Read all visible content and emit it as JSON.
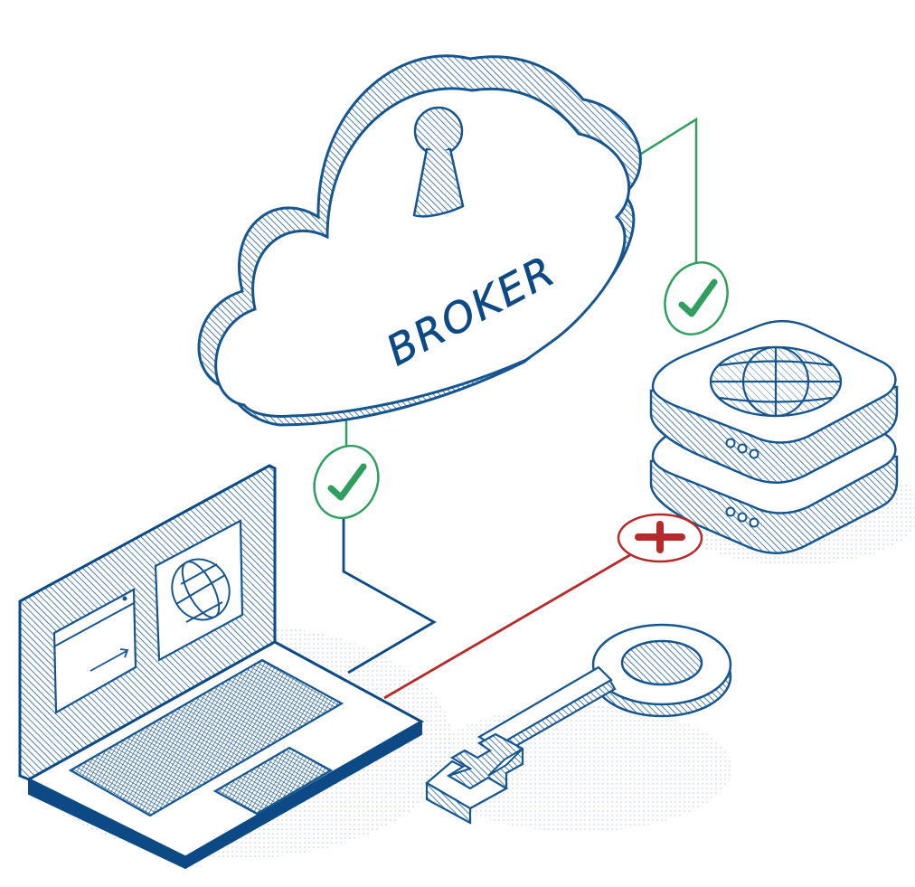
{
  "cloud": {
    "label": "BROKER",
    "icon": "keyhole-icon"
  },
  "nodes": {
    "laptop": {
      "icon": "laptop-icon",
      "screen_icons": [
        "browser-window-icon",
        "globe-icon"
      ]
    },
    "server": {
      "icon": "server-stack-icon",
      "top_icon": "globe-icon"
    },
    "key": {
      "icon": "key-icon"
    }
  },
  "connections": [
    {
      "from": "laptop",
      "to": "cloud",
      "status": "allowed",
      "badge_icon": "check-icon",
      "color": "#2f9e5e"
    },
    {
      "from": "cloud",
      "to": "server",
      "status": "allowed",
      "badge_icon": "check-icon",
      "color": "#2f9e5e"
    },
    {
      "from": "laptop",
      "to": "server",
      "status": "blocked",
      "badge_icon": "cross-icon",
      "color": "#b52a2a"
    }
  ],
  "colors": {
    "ink": "#17558f",
    "ink_dark": "#0d4a85",
    "allowed": "#2f9e5e",
    "blocked": "#b52a2a",
    "shadow": "#c9d3e3"
  }
}
